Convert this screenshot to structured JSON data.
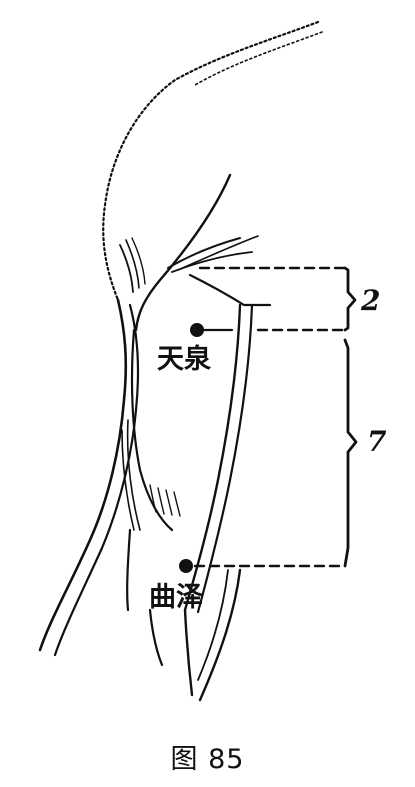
{
  "points": [
    {
      "id": "tianquan",
      "label": "天泉"
    },
    {
      "id": "quze",
      "label": "曲泽"
    }
  ],
  "measurements": {
    "upper": "2",
    "lower": "7"
  },
  "caption": "图 85",
  "colors": {
    "ink": "#111111",
    "background": "#ffffff"
  }
}
